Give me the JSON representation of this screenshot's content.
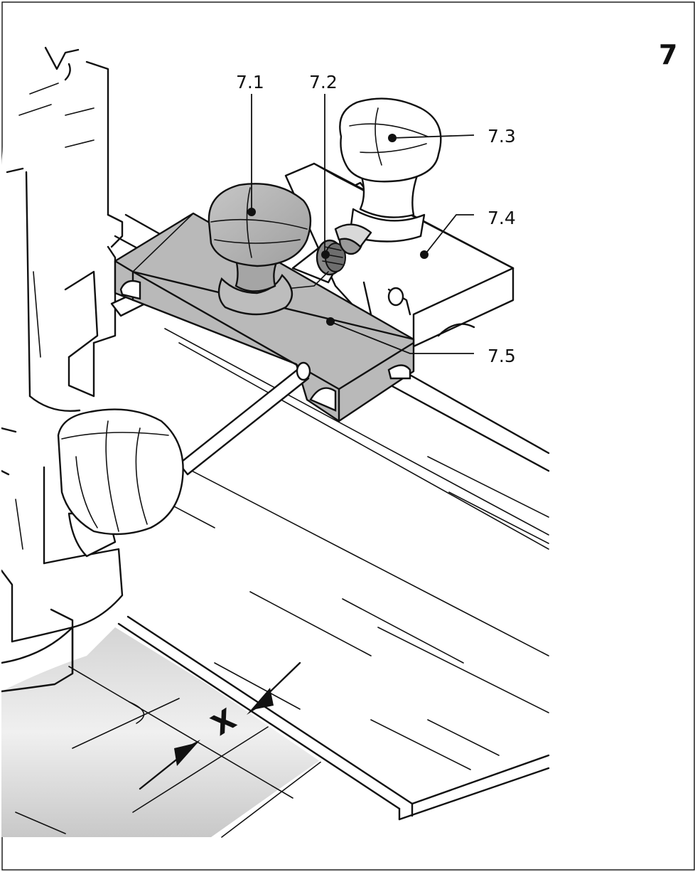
{
  "figure": {
    "number": "7",
    "callouts": [
      {
        "id": "c71",
        "label": "7.1"
      },
      {
        "id": "c72",
        "label": "7.2"
      },
      {
        "id": "c73",
        "label": "7.3"
      },
      {
        "id": "c74",
        "label": "7.4"
      },
      {
        "id": "c75",
        "label": "7.5"
      }
    ],
    "dimension_label": "X"
  },
  "colors": {
    "line": "#111111",
    "part_grey": "#b9b9b9",
    "workpiece_grey": "#d9d9d9",
    "background": "#ffffff"
  }
}
